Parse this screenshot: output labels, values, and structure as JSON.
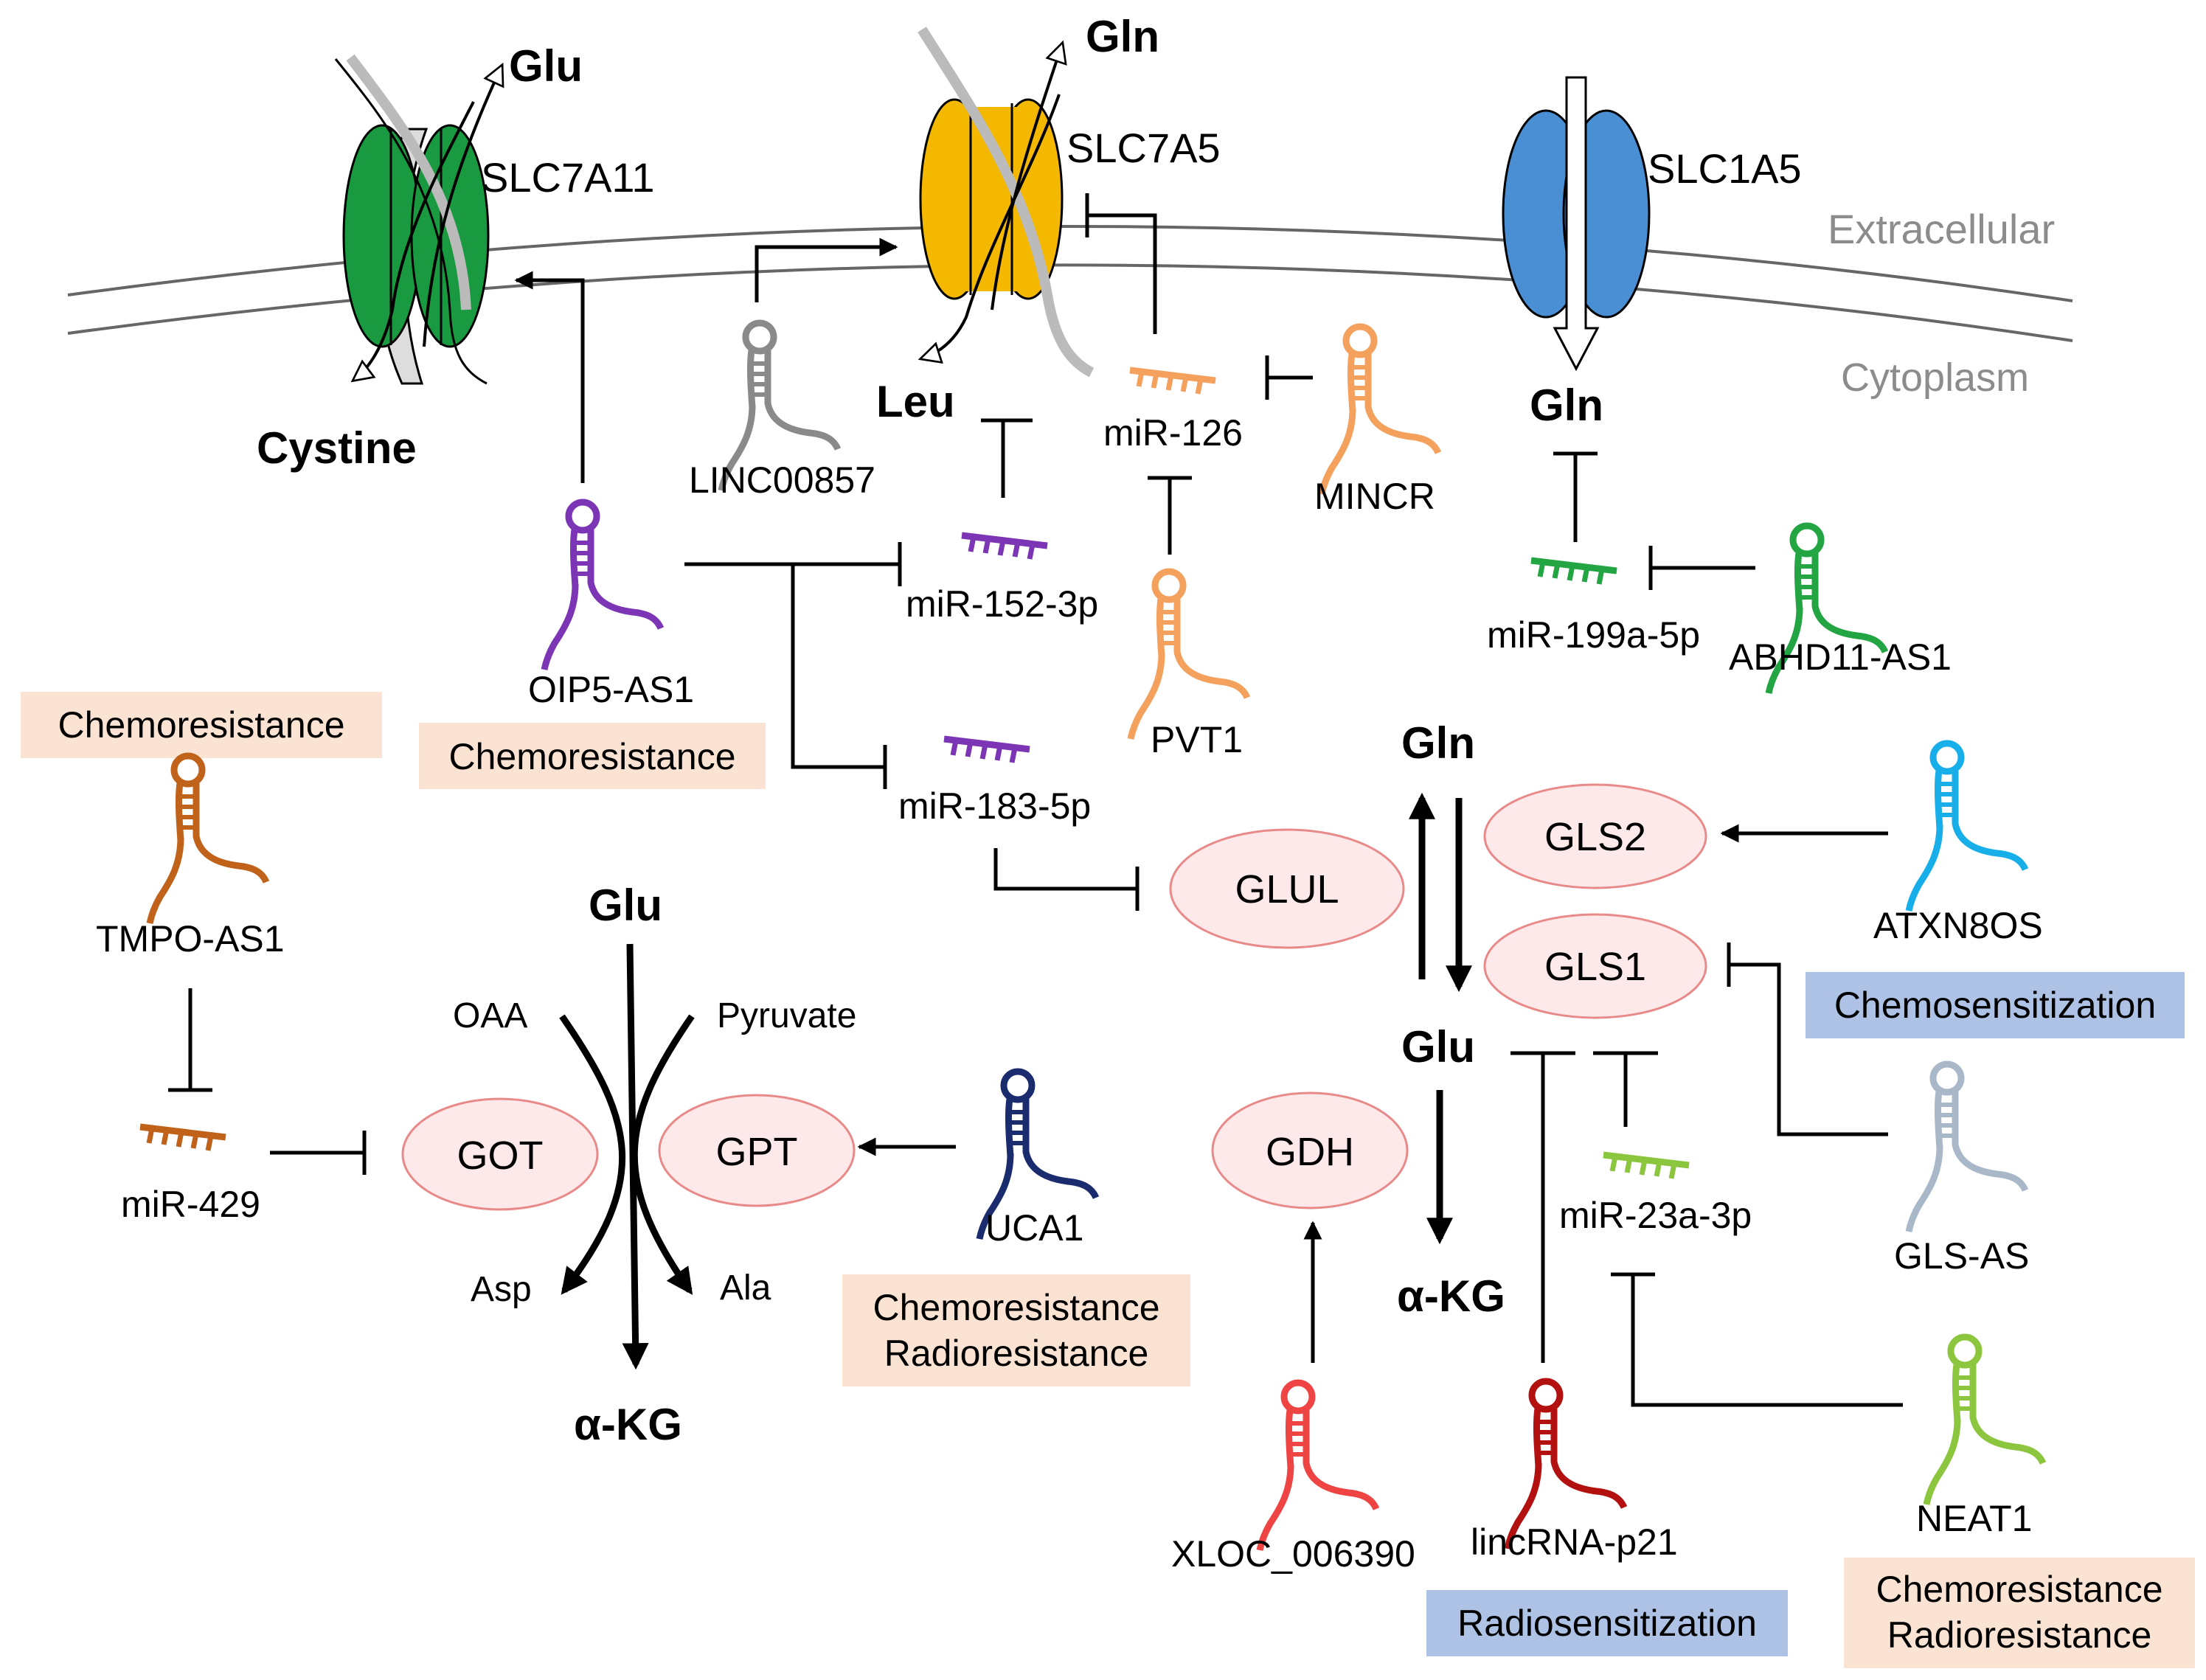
{
  "colors": {
    "membrane": "#666666",
    "slc7a11": "#1a9a40",
    "slc7a5": "#f5b800",
    "slc1a5": "#4a8fd3",
    "enzyme_fill": "#fde9e9",
    "enzyme_stroke": "#e98a8a",
    "box_chemoresistance": "#fbe3d3",
    "box_sensitization": "#aec2e6",
    "purple": "#7b35b5",
    "orange": "#f4a15d",
    "gray": "#8a8a8a",
    "green": "#22a542",
    "cyan": "#18aeea",
    "brown": "#c0621a",
    "navy": "#1a2b6e",
    "red_light": "#ee4444",
    "red_dark": "#b31010",
    "lime": "#8cc63e",
    "slate": "#a9b8c8"
  },
  "membrane": {
    "extracellular": "Extracellular",
    "cytoplasm": "Cytoplasm"
  },
  "transporters": {
    "slc7a11": "SLC7A11",
    "slc7a5": "SLC7A5",
    "slc1a5": "SLC1A5"
  },
  "metabolites": {
    "glu_out": "Glu",
    "cystine": "Cystine",
    "gln_out": "Gln",
    "leu": "Leu",
    "gln_in": "Gln",
    "gln_gls": "Gln",
    "glu_gls": "Glu",
    "akg_gls": "α-KG",
    "glu_center": "Glu",
    "akg_center": "α-KG",
    "oaa": "OAA",
    "pyruvate": "Pyruvate",
    "asp": "Asp",
    "ala": "Ala"
  },
  "enzymes": {
    "glul": "GLUL",
    "gls2": "GLS2",
    "gls1": "GLS1",
    "got": "GOT",
    "gpt": "GPT",
    "gdh": "GDH"
  },
  "lncrnas": {
    "linc00857": "LINC00857",
    "mincr": "MINCR",
    "oip5_as1": "OIP5-AS1",
    "pvt1": "PVT1",
    "abhd11_as1": "ABHD11-AS1",
    "tmpo_as1": "TMPO-AS1",
    "atxn8os": "ATXN8OS",
    "uca1": "UCA1",
    "gls_as": "GLS-AS",
    "xloc": "XLOC_006390",
    "lincrna_p21": "lincRNA-p21",
    "neat1": "NEAT1"
  },
  "mirnas": {
    "mir126": "miR-126",
    "mir152": "miR-152-3p",
    "mir183": "miR-183-5p",
    "mir199a": "miR-199a-5p",
    "mir429": "miR-429",
    "mir23a": "miR-23a-3p"
  },
  "boxes": {
    "chemo_tmpo": "Chemoresistance",
    "chemo_oip5": "Chemoresistance",
    "chemosens": "Chemosensitization",
    "chemo_uca1_1": "Chemoresistance",
    "chemo_uca1_2": "Radioresistance",
    "radiosens": "Radiosensitization",
    "chemo_neat1_1": "Chemoresistance",
    "chemo_neat1_2": "Radioresistance"
  }
}
